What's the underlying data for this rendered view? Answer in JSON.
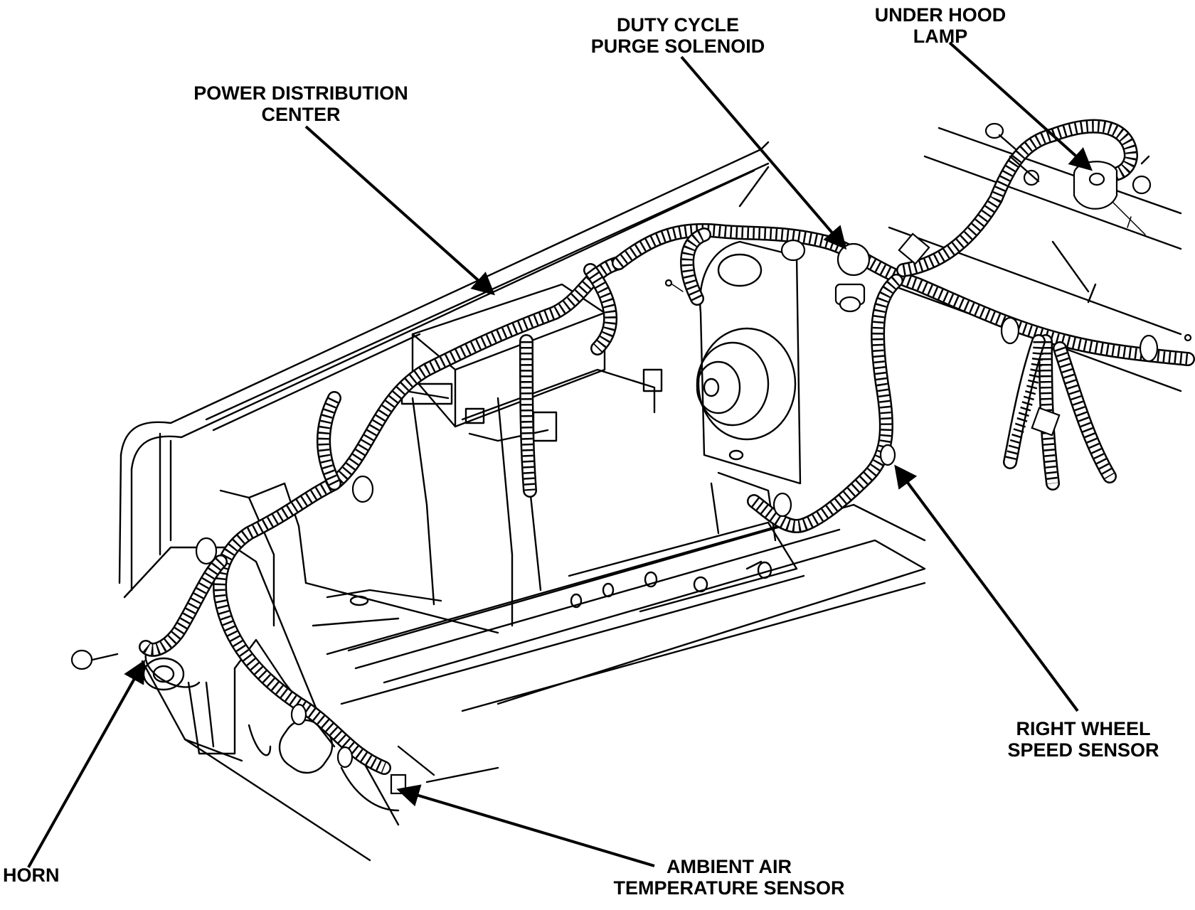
{
  "labels": {
    "power_distribution_center": [
      "POWER DISTRIBUTION",
      "CENTER"
    ],
    "duty_cycle_purge_solenoid": [
      "DUTY CYCLE",
      "PURGE SOLENOID"
    ],
    "under_hood_lamp": [
      "UNDER HOOD",
      "LAMP"
    ],
    "right_wheel_speed_sensor": [
      "RIGHT WHEEL",
      "SPEED SENSOR"
    ],
    "ambient_air_temperature_sensor": [
      "AMBIENT AIR",
      "TEMPERATURE SENSOR"
    ],
    "horn": [
      "HORN"
    ]
  },
  "colors": {
    "ink": "#000000",
    "paper": "#ffffff"
  }
}
